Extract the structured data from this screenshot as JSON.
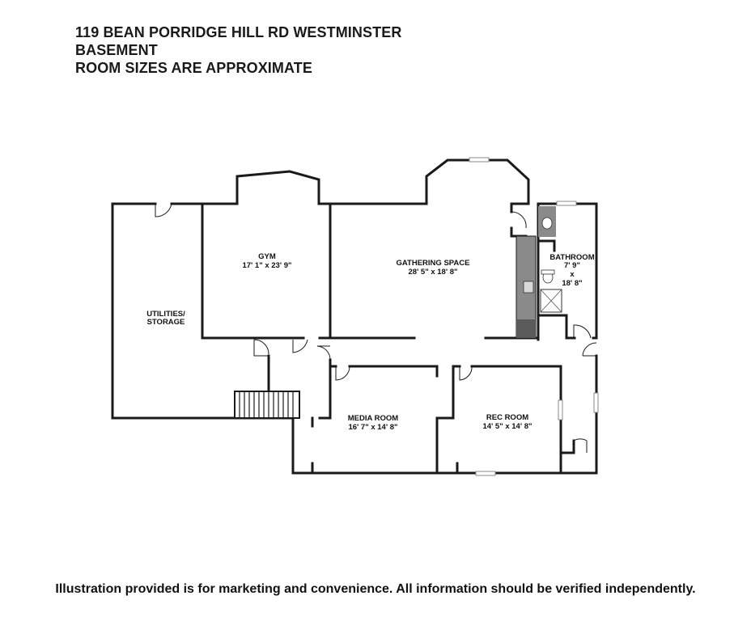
{
  "header": {
    "address": "119 BEAN PORRIDGE HILL RD WESTMINSTER",
    "level": "BASEMENT",
    "note": "ROOM SIZES ARE APPROXIMATE"
  },
  "rooms": {
    "utilities": {
      "name_line1": "UTILITIES/",
      "name_line2": "STORAGE"
    },
    "gym": {
      "name": "GYM",
      "size": "17' 1\" x 23' 9\""
    },
    "gathering": {
      "name": "GATHERING SPACE",
      "size": "28' 5\" x 18' 8\""
    },
    "bathroom": {
      "name": "BATHROOM",
      "size_line1": "7' 9\"",
      "size_line2": "x",
      "size_line3": "18' 8\""
    },
    "media": {
      "name": "MEDIA ROOM",
      "size": "16' 7\" x 14' 8\""
    },
    "rec": {
      "name": "REC ROOM",
      "size": "14' 5\" x 14' 8\""
    }
  },
  "footer": {
    "disclaimer": "Illustration provided is for marketing and convenience. All information should be verified independently."
  },
  "colors": {
    "wall": "#1a1a1a",
    "counter": "#8a8a8a",
    "background": "#ffffff"
  }
}
